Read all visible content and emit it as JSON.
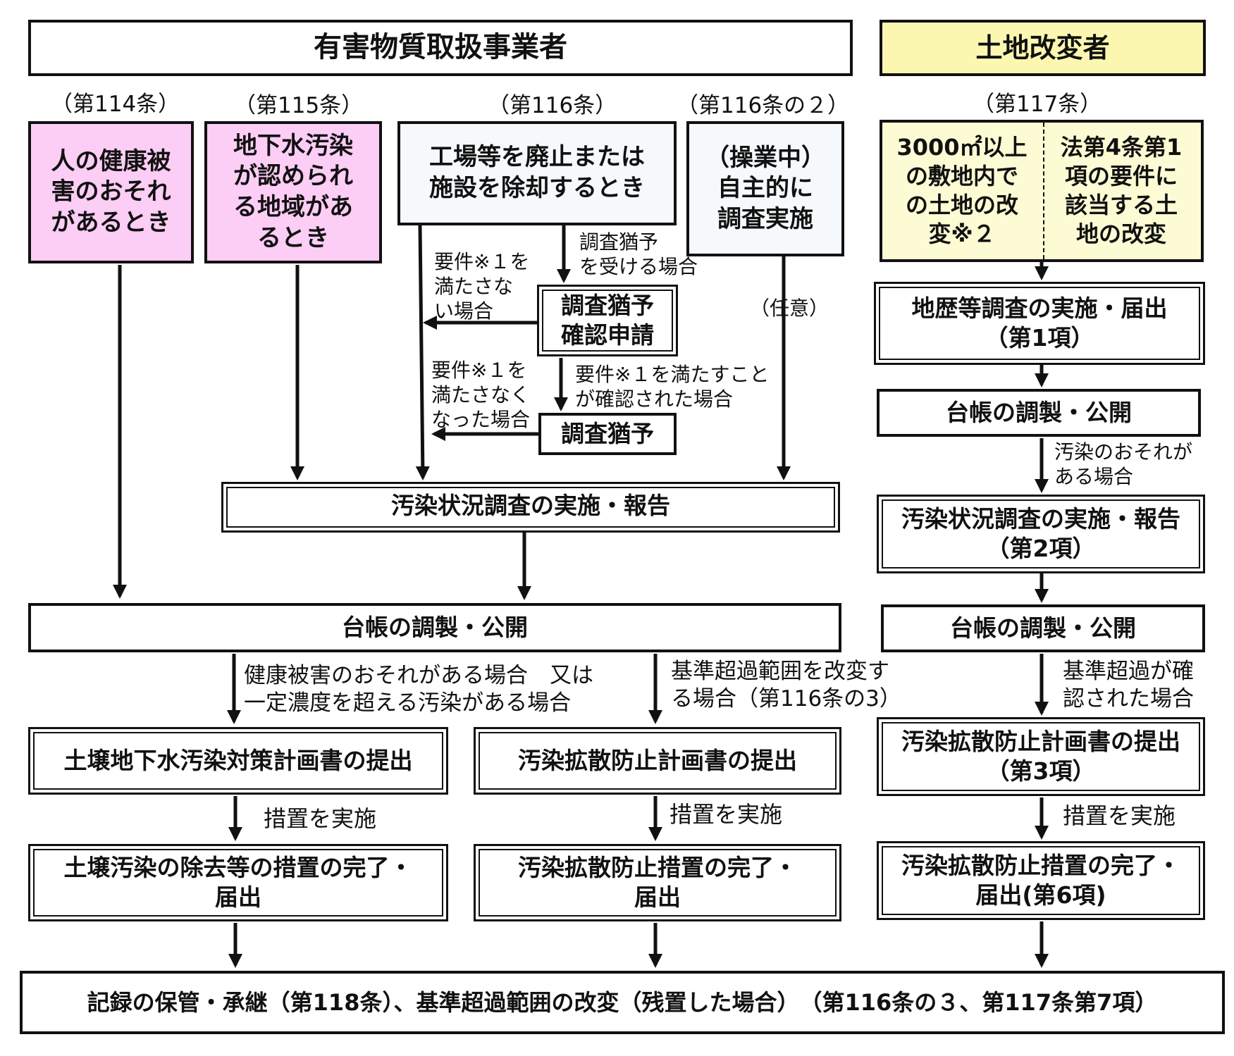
{
  "headers": {
    "operators": "有害物質取扱事業者",
    "land_changer": "土地改変者"
  },
  "articles": {
    "a114": "（第114条）",
    "a115": "（第115条）",
    "a116": "（第116条）",
    "a116_2": "（第116条の２）",
    "a117": "（第117条）"
  },
  "triggers": {
    "health": "人の健康被\n害のおそれ\nがあるとき",
    "groundwater": "地下水汚染\nが認められ\nる地域があ\nるとき",
    "closure": "工場等を廃止または\n施設を除却するとき",
    "voluntary": "（操業中）\n自主的に\n調査実施",
    "land_3000": "3000㎡以上\nの敷地内で\nの土地の改\n変※２",
    "land_law4": "法第4条第1\n項の要件に\n該当する土\n地の改変"
  },
  "boxes": {
    "defer_apply": "調査猶予\n確認申請",
    "defer": "調査猶予",
    "survey_report": "汚染状況調査の実施・報告",
    "register_left": "台帳の調製・公開",
    "history_survey": "地歴等調査の実施・届出\n（第1項）",
    "register_right_1": "台帳の調製・公開",
    "survey_report_right": "汚染状況調査の実施・報告\n（第2項）",
    "register_right_2": "台帳の調製・公開",
    "plan_soil": "土壌地下水汚染対策計画書の提出",
    "plan_spread": "汚染拡散防止計画書の提出",
    "plan_spread_right": "汚染拡散防止計画書の提出\n（第3項）",
    "done_soil": "土壌汚染の除去等の措置の完了・\n届出",
    "done_spread": "汚染拡散防止措置の完了・\n届出",
    "done_spread_right": "汚染拡散防止措置の完了・\n届出(第6項)",
    "final": "記録の保管・承継（第118条）、基準超過範囲の改変（残置した場合）　（第116条の３、第117条第7項）"
  },
  "labels": {
    "defer_receive": "調査猶予\nを受ける場合",
    "req_not_met": "要件※１を\n満たさな\nい場合",
    "optional": "（任意）",
    "req_no_longer": "要件※１を\n満たさなく\nなった場合",
    "req_confirmed": "要件※１を満たすこと\nが確認された場合",
    "contam_risk": "汚染のおそれが\nある場合",
    "health_or_conc": "健康被害のおそれがある場合　又は\n一定濃度を超える汚染がある場合",
    "change_excess": "基準超過範囲を改変す\nる場合（第116条の3）",
    "excess_confirmed": "基準超過が確\n認された場合",
    "measures_1": "措置を実施",
    "measures_2": "措置を実施",
    "measures_3": "措置を実施"
  },
  "colors": {
    "trigger_pink": "#fccdf5",
    "header_yellow": "#fbf7b1",
    "trigger_cream": "#fdfbd3",
    "light_blue_gray": "#f5f9fb"
  }
}
